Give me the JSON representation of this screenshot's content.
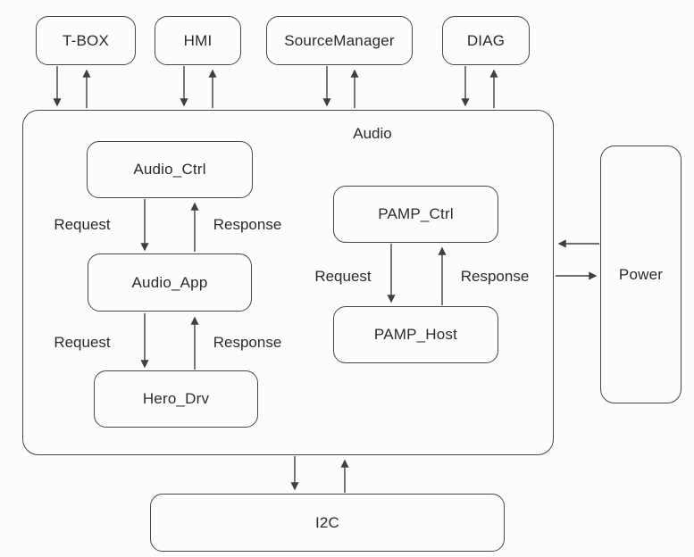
{
  "diagram": {
    "nodes": {
      "tbox": "T-BOX",
      "hmi": "HMI",
      "source_manager": "SourceManager",
      "diag": "DIAG",
      "audio_container": "Audio",
      "audio_ctrl": "Audio_Ctrl",
      "audio_app": "Audio_App",
      "hero_drv": "Hero_Drv",
      "pamp_ctrl": "PAMP_Ctrl",
      "pamp_host": "PAMP_Host",
      "power": "Power",
      "i2c": "I2C"
    },
    "edge_labels": {
      "request": "Request",
      "response": "Response"
    },
    "edges": [
      {
        "from": "T-BOX",
        "to": "Audio",
        "type": "bidirectional"
      },
      {
        "from": "HMI",
        "to": "Audio",
        "type": "bidirectional"
      },
      {
        "from": "SourceManager",
        "to": "Audio",
        "type": "bidirectional"
      },
      {
        "from": "DIAG",
        "to": "Audio",
        "type": "bidirectional"
      },
      {
        "from": "Audio_Ctrl",
        "to": "Audio_App",
        "label": "Request"
      },
      {
        "from": "Audio_App",
        "to": "Audio_Ctrl",
        "label": "Response"
      },
      {
        "from": "Audio_App",
        "to": "Hero_Drv",
        "label": "Request"
      },
      {
        "from": "Hero_Drv",
        "to": "Audio_App",
        "label": "Response"
      },
      {
        "from": "PAMP_Ctrl",
        "to": "PAMP_Host",
        "label": "Request"
      },
      {
        "from": "PAMP_Host",
        "to": "PAMP_Ctrl",
        "label": "Response"
      },
      {
        "from": "Power",
        "to": "Audio",
        "type": "arrow"
      },
      {
        "from": "Audio",
        "to": "Power",
        "type": "arrow"
      },
      {
        "from": "Audio",
        "to": "I2C",
        "type": "bidirectional"
      }
    ],
    "colors": {
      "line": "#3f3f3f",
      "text": "#2b2b2b",
      "background": "#fcfcfc"
    }
  }
}
